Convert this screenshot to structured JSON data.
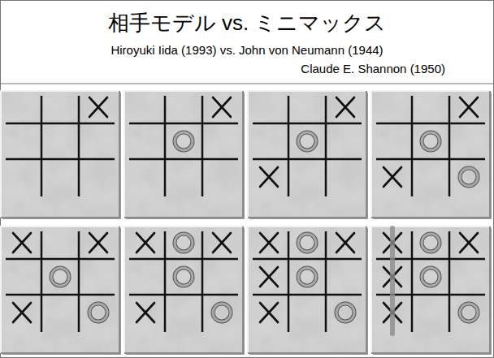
{
  "diagram": {
    "title": "相手モデル vs. ミニマックス",
    "labels": [
      "Hiroyuki Iida (1993) vs. John von Neumann (1944)",
      "Claude E. Shannon (1950)"
    ]
  }
}
